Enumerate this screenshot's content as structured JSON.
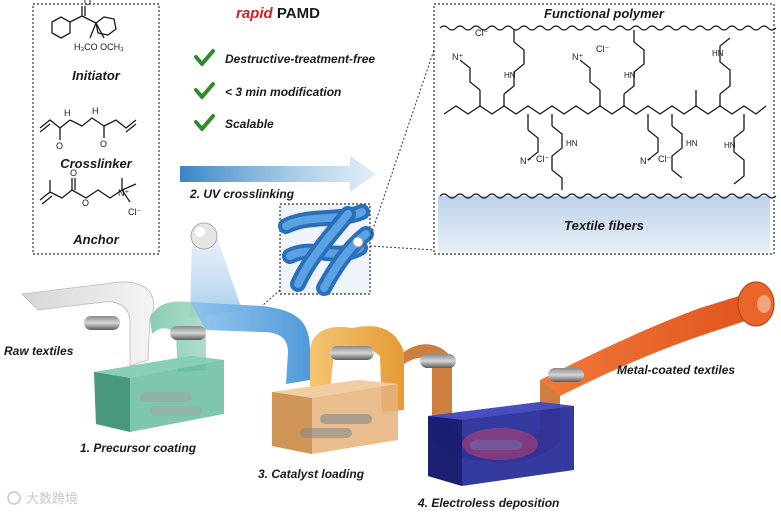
{
  "header": {
    "title_prefix": "rapid",
    "title_main": " PAMD",
    "prefix_color": "#d0202a"
  },
  "reagents": {
    "initiator_label": "Initiator",
    "crosslinker_label": "Crosslinker",
    "anchor_label": "Anchor",
    "initiator_substituent": "H₃CO OCH₃",
    "crosslinker_nh": "H",
    "anchor_counterion": "Cl⁻"
  },
  "features": [
    {
      "text": "Destructive-treatment-free",
      "icon": "check-icon"
    },
    {
      "text": "< 3 min modification",
      "icon": "check-icon"
    },
    {
      "text": "Scalable",
      "icon": "check-icon"
    }
  ],
  "polymer": {
    "title": "Functional polymer",
    "substrate": "Textile fibers",
    "nh_label": "HN",
    "cl_label": "Cl⁻"
  },
  "steps": {
    "uv": "2. UV crosslinking",
    "precursor": "1. Precursor coating",
    "catalyst": "3. Catalyst loading",
    "deposition": "4. Electroless deposition"
  },
  "textiles": {
    "raw": "Raw textiles",
    "coated": "Metal-coated textiles"
  },
  "watermark": "大数跨境",
  "colors": {
    "check": "#2e8b2e",
    "uv_arrow": "#2f7fc4",
    "precursor_bath": "#5fb89a",
    "catalyst_bath": "#e5b27a",
    "deposition_bath": "#2a2f9a",
    "metal": "#e8662a"
  }
}
